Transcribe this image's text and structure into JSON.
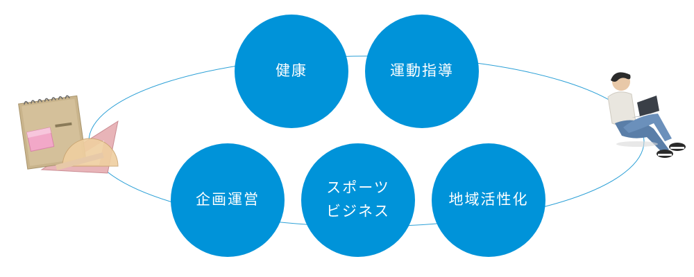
{
  "colors": {
    "circle": "#0093d9",
    "ellipse": "#2a9fd6",
    "text": "#ffffff"
  },
  "topics": [
    {
      "lines": [
        "健康"
      ]
    },
    {
      "lines": [
        "運動指導"
      ]
    },
    {
      "lines": [
        "企画運営"
      ]
    },
    {
      "lines": [
        "スポーツ",
        "ビジネス"
      ]
    },
    {
      "lines": [
        "地域活性化"
      ]
    }
  ],
  "illustrations": {
    "left": "stationery",
    "right": "student-with-laptop"
  }
}
